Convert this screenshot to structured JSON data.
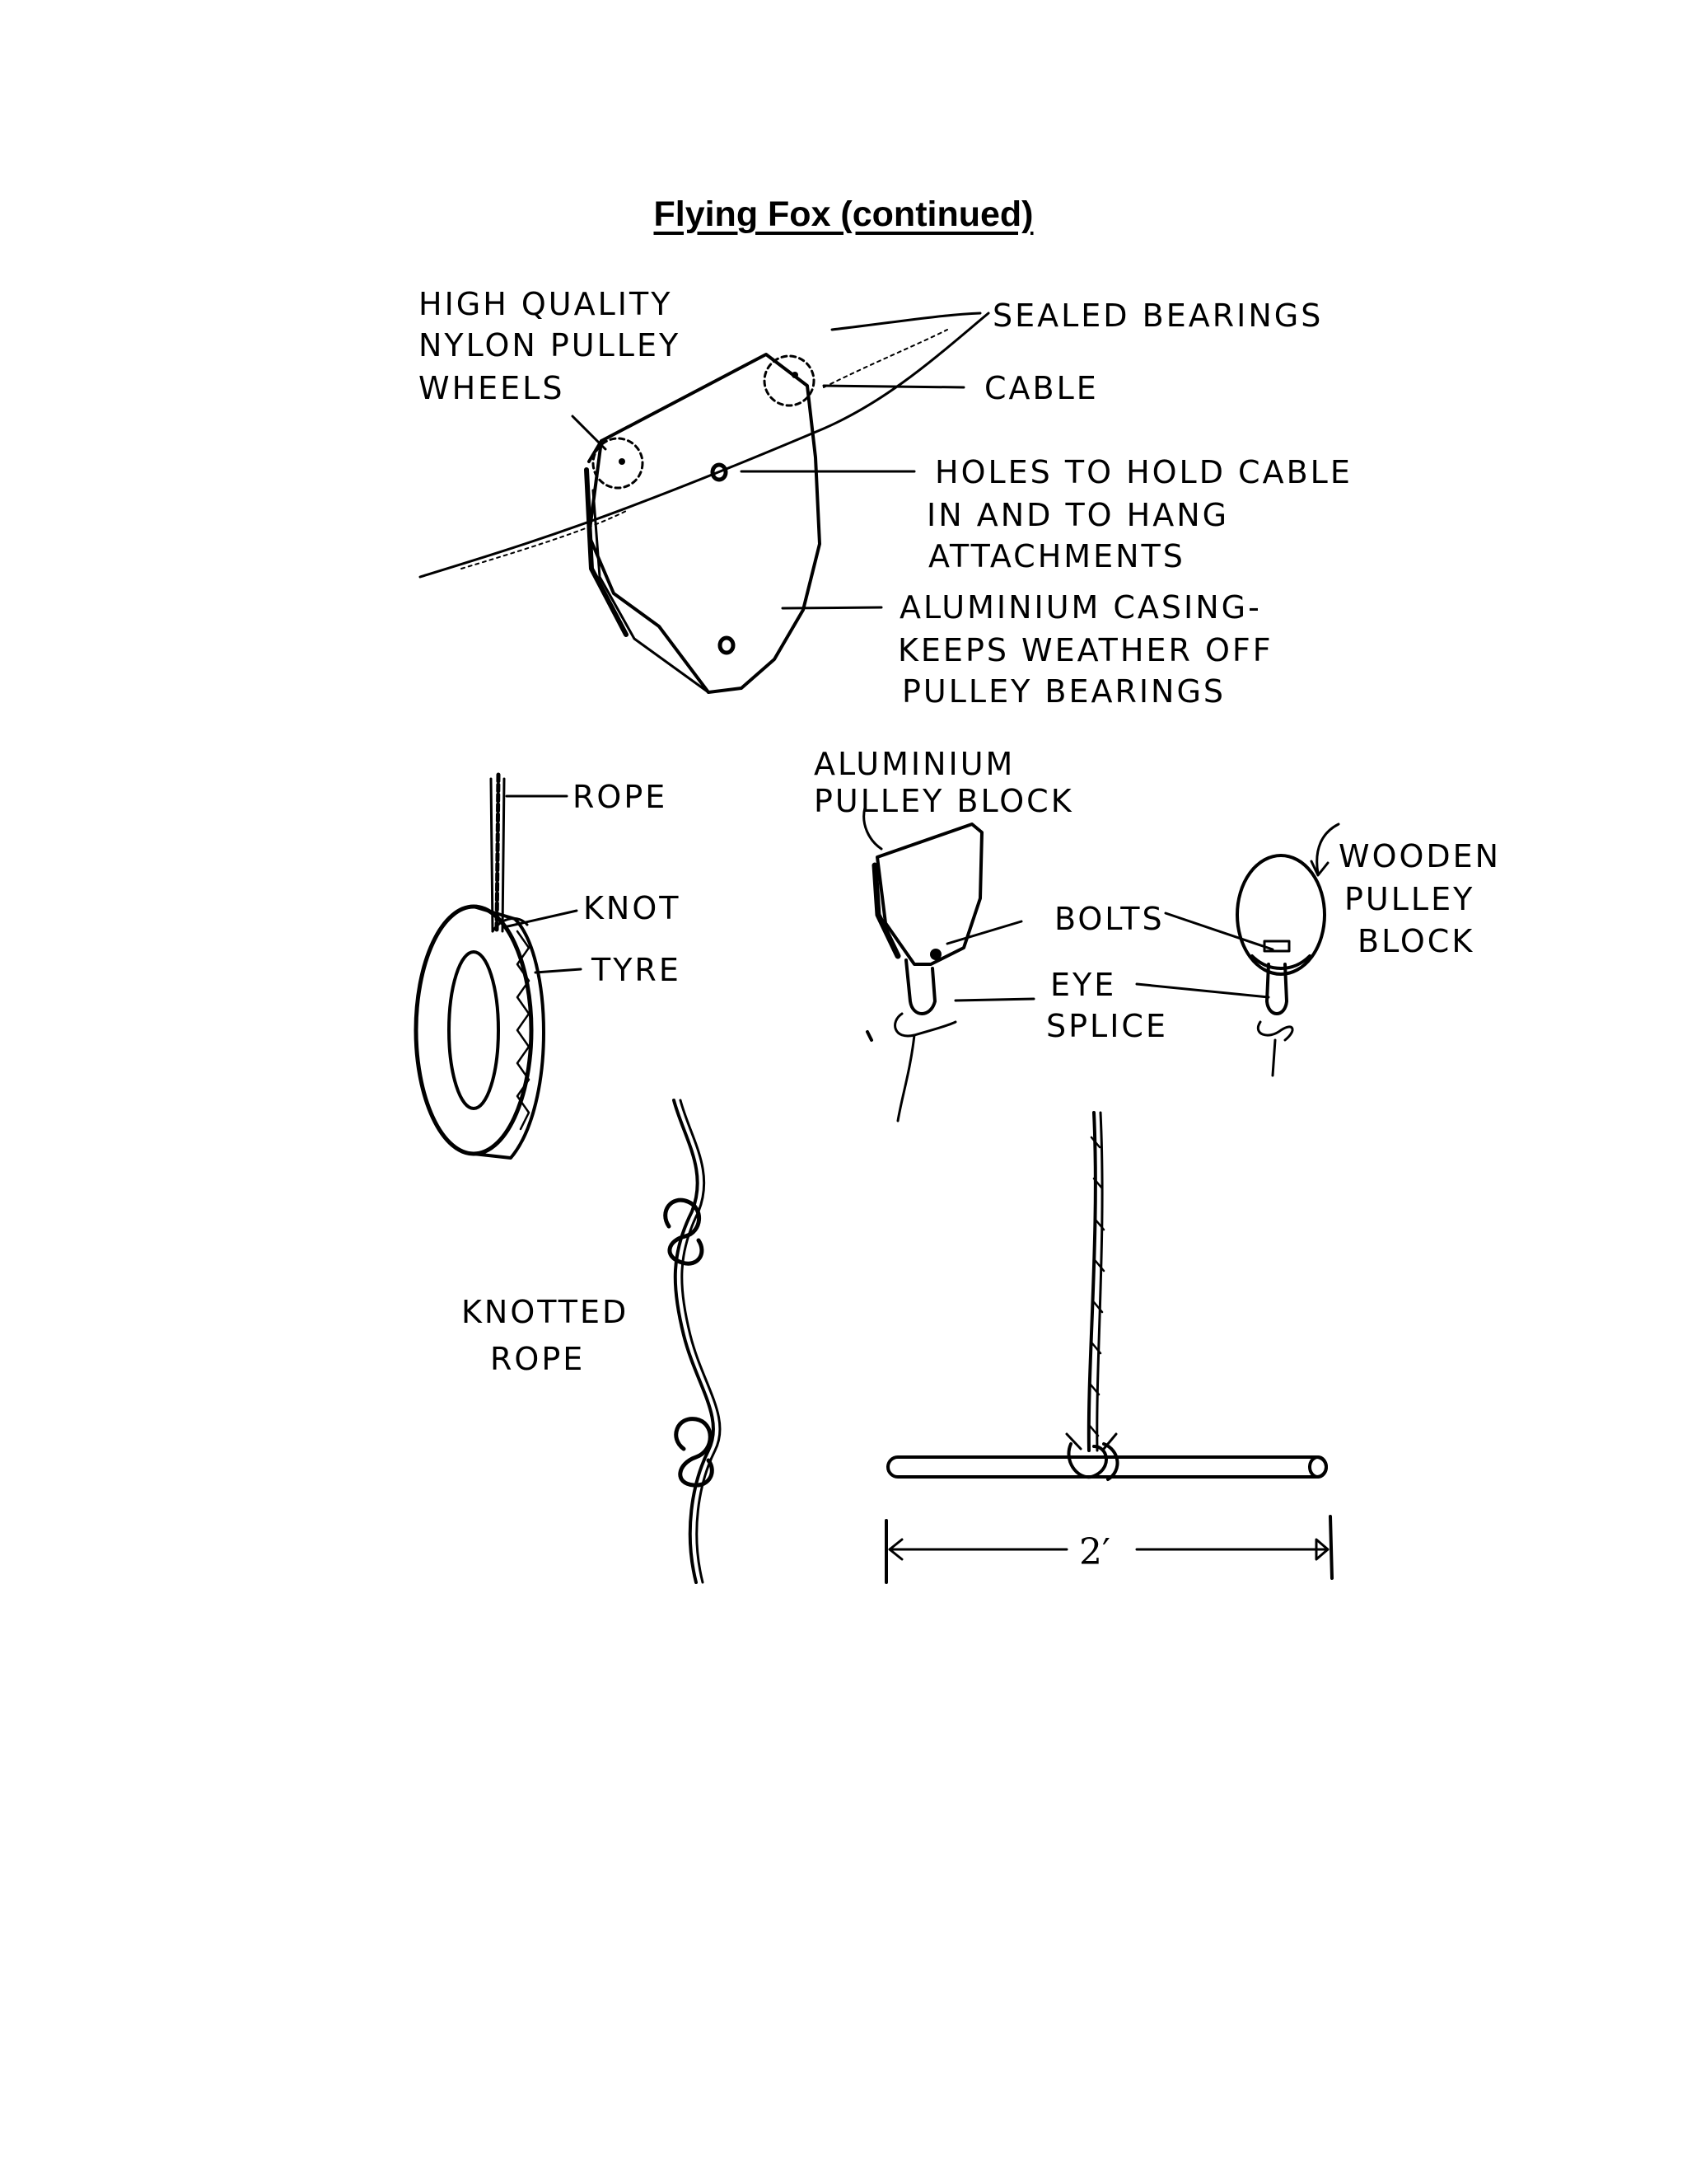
{
  "title": "Flying Fox (continued)",
  "labels": {
    "nylon_wheels": [
      "HIGH QUALITY",
      "NYLON PULLEY",
      "WHEELS"
    ],
    "sealed_bearings": "SEALED BEARINGS",
    "cable": "CABLE",
    "holes": [
      "HOLES TO HOLD CABLE",
      "IN AND TO HANG",
      "ATTACHMENTS"
    ],
    "casing": [
      "ALUMINIUM CASING-",
      "KEEPS WEATHER OFF",
      "PULLEY BEARINGS"
    ],
    "rope": "ROPE",
    "knot": "KNOT",
    "tyre": "TYRE",
    "alu_block": [
      "ALUMINIUM",
      "PULLEY BLOCK"
    ],
    "bolts": "BOLTS",
    "eye_splice": [
      "EYE",
      "SPLICE"
    ],
    "wooden_block": [
      "WOODEN",
      "PULLEY",
      "BLOCK"
    ],
    "knotted_rope": [
      "KNOTTED",
      "ROPE"
    ],
    "dimension": "2′"
  }
}
